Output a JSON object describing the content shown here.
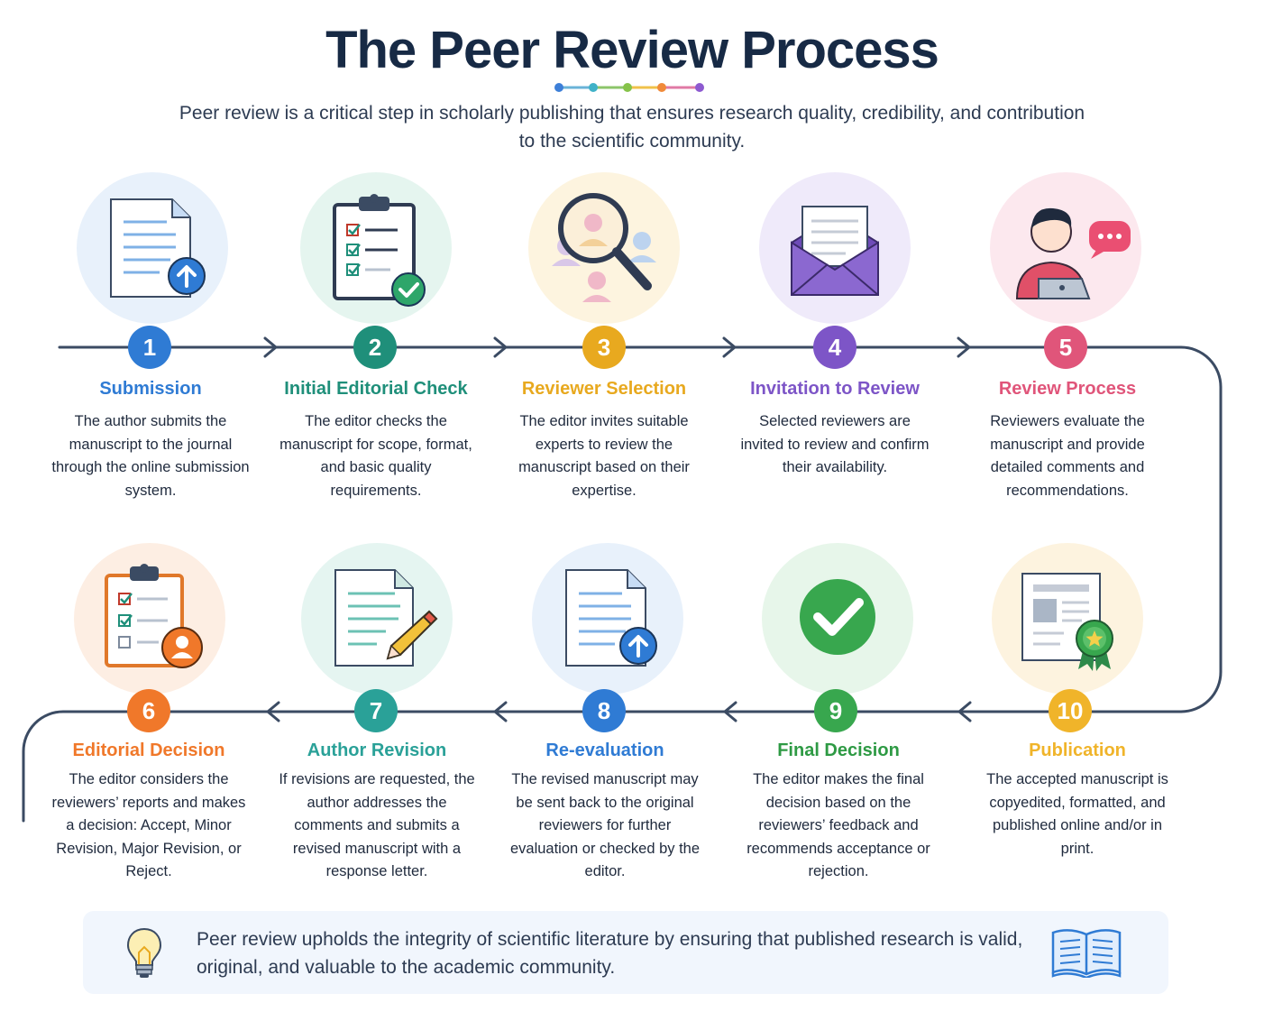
{
  "title": "The Peer Review Process",
  "subtitle": "Peer review is a critical step in scholarly publishing that ensures research quality, credibility, and contribution to the scientific community.",
  "colors": {
    "navy": "#172a45",
    "line": "#3b4b63",
    "step1": "#2f7bd4",
    "step2": "#1f8f7a",
    "step3": "#e8a91f",
    "step4": "#7d55c7",
    "step5": "#e0557a",
    "step6": "#f0782a",
    "step7": "#2aa198",
    "step8": "#2f7bd4",
    "step9": "#38a74e",
    "step10": "#f0b42a"
  },
  "steps": [
    {
      "num": "1",
      "title": "Submission",
      "desc": "The author submits the manuscript to the journal through the online submission system.",
      "icon": "document-upload-icon"
    },
    {
      "num": "2",
      "title": "Initial Editorial Check",
      "desc": "The editor checks the manuscript for scope, format, and basic quality requirements.",
      "icon": "clipboard-check-icon"
    },
    {
      "num": "3",
      "title": "Reviewer Selection",
      "desc": "The editor invites suitable experts to review the manuscript based on their expertise.",
      "icon": "magnifier-people-icon"
    },
    {
      "num": "4",
      "title": "Invitation to Review",
      "desc": "Selected reviewers are invited to review and confirm their availability.",
      "icon": "envelope-letter-icon"
    },
    {
      "num": "5",
      "title": "Review Process",
      "desc": "Reviewers evaluate the manuscript and provide detailed comments and recommendations.",
      "icon": "reviewer-laptop-icon"
    },
    {
      "num": "6",
      "title": "Editorial Decision",
      "desc": "The editor considers the reviewers’ reports and makes a decision: Accept, Minor Revision, Major Revision, or Reject.",
      "icon": "clipboard-user-icon"
    },
    {
      "num": "7",
      "title": "Author Revision",
      "desc": "If revisions are requested, the author addresses the comments and submits a revised manuscript with a response letter.",
      "icon": "document-pencil-icon"
    },
    {
      "num": "8",
      "title": "Re-evaluation",
      "desc": "The revised manuscript may be sent back to the original reviewers for further evaluation or checked by the editor.",
      "icon": "document-upload-icon"
    },
    {
      "num": "9",
      "title": "Final Decision",
      "desc": "The editor makes the final decision based on the reviewers’ feedback and recommends acceptance or rejection.",
      "icon": "checkmark-circle-icon"
    },
    {
      "num": "10",
      "title": "Publication",
      "desc": "The accepted manuscript is copyedited, formatted, and published online and/or in print.",
      "icon": "certificate-document-icon"
    }
  ],
  "footer": {
    "text": "Peer review upholds the integrity of scientific literature by ensuring that published research is valid, original, and valuable to the academic community.",
    "icons": [
      "lightbulb-icon",
      "open-book-icon"
    ]
  }
}
